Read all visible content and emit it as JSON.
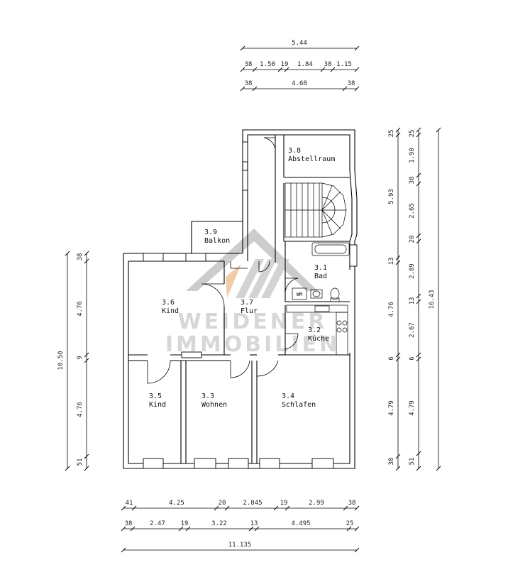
{
  "watermark": {
    "line1": "WEIDENER",
    "line2": "IMMOBILIEN"
  },
  "rooms": [
    {
      "id": "bad",
      "number": "3.1",
      "name": "Bad"
    },
    {
      "id": "kueche",
      "number": "3.2",
      "name": "Küche"
    },
    {
      "id": "wohnen",
      "number": "3.3",
      "name": "Wohnen"
    },
    {
      "id": "schlafen",
      "number": "3.4",
      "name": "Schlafen"
    },
    {
      "id": "kind-1",
      "number": "3.5",
      "name": "Kind"
    },
    {
      "id": "kind-2",
      "number": "3.6",
      "name": "Kind"
    },
    {
      "id": "flur",
      "number": "3.7",
      "name": "Flur"
    },
    {
      "id": "abstellraum",
      "number": "3.8",
      "name": "Abstellraum"
    },
    {
      "id": "balkon",
      "number": "3.9",
      "name": "Balkon"
    }
  ],
  "fixtures": {
    "washing_machine": "WM"
  },
  "dimensions": {
    "top": {
      "total": "5.44",
      "parts": [
        "38",
        "1.50",
        "19",
        "1.84",
        "38",
        "1.15"
      ],
      "inner": [
        "38",
        "4.68",
        "38"
      ]
    },
    "bottom": {
      "row1": [
        "41",
        "4.25",
        "20",
        "2.845",
        "19",
        "2.99",
        "38"
      ],
      "row2": [
        "38",
        "2.47",
        "19",
        "3.22",
        "13",
        "4.495",
        "25"
      ],
      "total": "11.135"
    },
    "left": {
      "parts": [
        "38",
        "4.76",
        "9",
        "4.76",
        "51"
      ],
      "total": "10.50"
    },
    "right": {
      "col1": [
        "25",
        "5.93",
        "13",
        "4.76",
        "6",
        "4.79",
        "38"
      ],
      "col2": [
        "25",
        "1.90",
        "38",
        "2.65",
        "20",
        "2.89",
        "13",
        "2.67",
        "6",
        "4.79",
        "51"
      ],
      "total": "16.43"
    }
  }
}
